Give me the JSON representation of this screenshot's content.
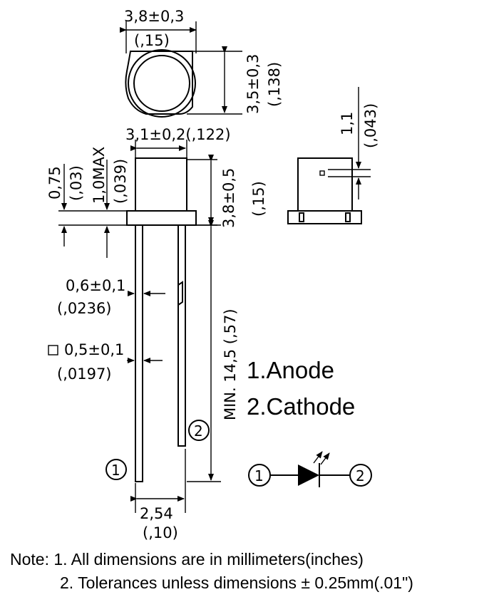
{
  "top_view": {
    "width_dim": "3,8±0,3",
    "width_dim_inch": "(,15)",
    "depth_dim": "3,5±0,3",
    "depth_dim_inch": "(,138)"
  },
  "side_view": {
    "body_width_dim": "3,1±0,2(,122)",
    "body_height_dim": "3,8±0,5",
    "body_height_dim_inch": "(,15)",
    "flange_dim": "0,75",
    "flange_dim_inch": "(,03)",
    "max_dim": "1,0MAX",
    "max_dim_inch": "(,039)",
    "lead_dim": "0,6±0,1",
    "lead_dim_inch": "(,0236)",
    "square_lead_dim": "0,5±0,1",
    "square_lead_dim_inch": "(,0197)",
    "lead_length_dim": "MIN. 14,5 (,57)",
    "pitch_dim": "2,54",
    "pitch_dim_inch": "(,10)",
    "pin1_marker": "1",
    "pin2_marker": "2"
  },
  "end_view": {
    "dim": "1,1",
    "dim_inch": "(,043)"
  },
  "pin_legend": {
    "pin1": "1.Anode",
    "pin2": "2.Cathode"
  },
  "symbol": {
    "pin1_marker": "1",
    "pin2_marker": "2"
  },
  "notes": {
    "line1": "Note: 1. All dimensions are in millimeters(inches)",
    "line2": "2. Tolerances unless dimensions ± 0.25mm(.01\")"
  }
}
